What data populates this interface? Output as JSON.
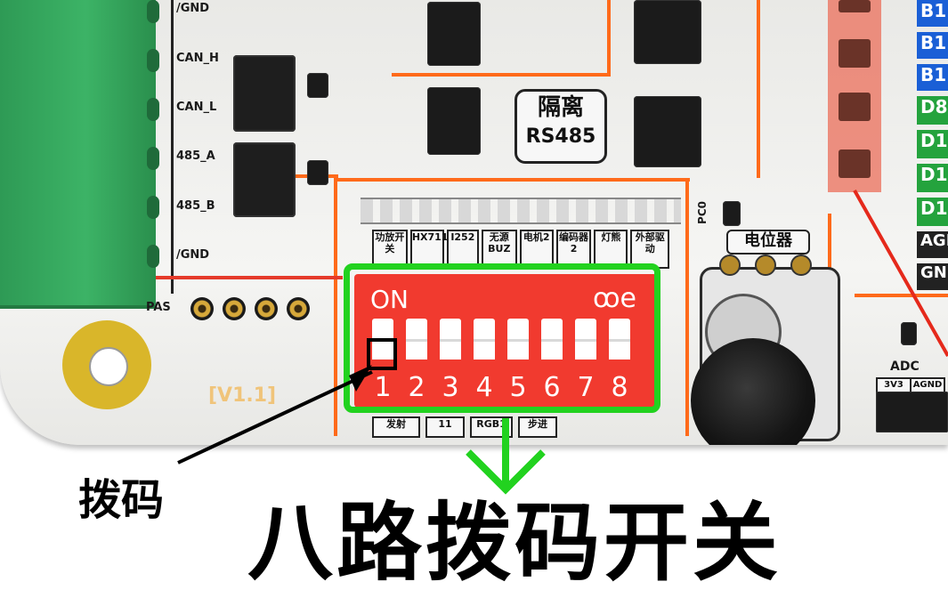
{
  "board": {
    "terminal_labels": [
      "/GND",
      "CAN_H",
      "CAN_L",
      "485_A",
      "485_B",
      "/GND"
    ],
    "isolation_badge": [
      "隔离",
      "RS485"
    ],
    "pot_label": "电位器",
    "pc0_label": "PC0",
    "version": "[V1.1]",
    "pass_label": "PAS",
    "adc_label": "ADC",
    "adc_pins": [
      "3V3",
      "AGND"
    ],
    "right_tags_blue": [
      "B1",
      "B1",
      "B1"
    ],
    "right_tags_green": [
      "D8",
      "D1",
      "D1",
      "D1"
    ],
    "right_tags_black": [
      "AGN",
      "GN"
    ],
    "function_labels": [
      "功放开关",
      "HX711",
      "I252",
      "无源BUZ",
      "电机2",
      "编码器2",
      "灯熊",
      "外部驱动"
    ],
    "bottom_labels": [
      "发射",
      "11",
      "RGB1",
      "步进"
    ]
  },
  "dip_switch": {
    "on_label": "ON",
    "logo": "ꝏe",
    "numbers": [
      "1",
      "2",
      "3",
      "4",
      "5",
      "6",
      "7",
      "8"
    ]
  },
  "annotations": {
    "small_caption": "拨码",
    "big_caption": "八路拨码开关"
  },
  "colors": {
    "highlight": "#22d21f",
    "dip_red": "#f13a2f",
    "trace_orange": "#ff6a1a",
    "terminal_green": "#3cb366"
  }
}
